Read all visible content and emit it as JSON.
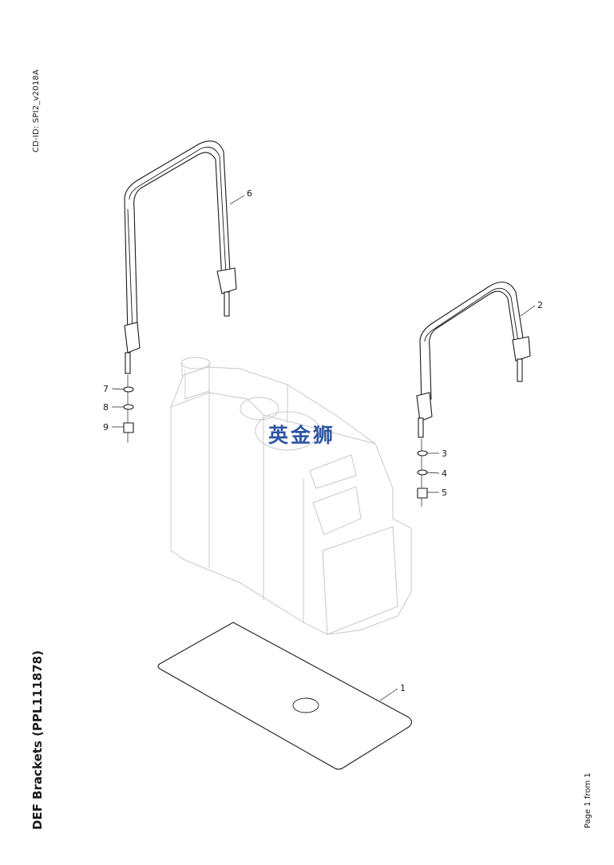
{
  "header": {
    "cd_id": "CD-ID: SPI2_v2018A"
  },
  "footer": {
    "title": "DEF Brackets (PPL111878)",
    "page": "Page 1 from 1"
  },
  "watermark": {
    "text": "英金狮",
    "color": "#2f55a4"
  },
  "callouts": {
    "c1": "1",
    "c2": "2",
    "c3": "3",
    "c4": "4",
    "c5": "5",
    "c6": "6",
    "c7": "7",
    "c8": "8",
    "c9": "9"
  }
}
